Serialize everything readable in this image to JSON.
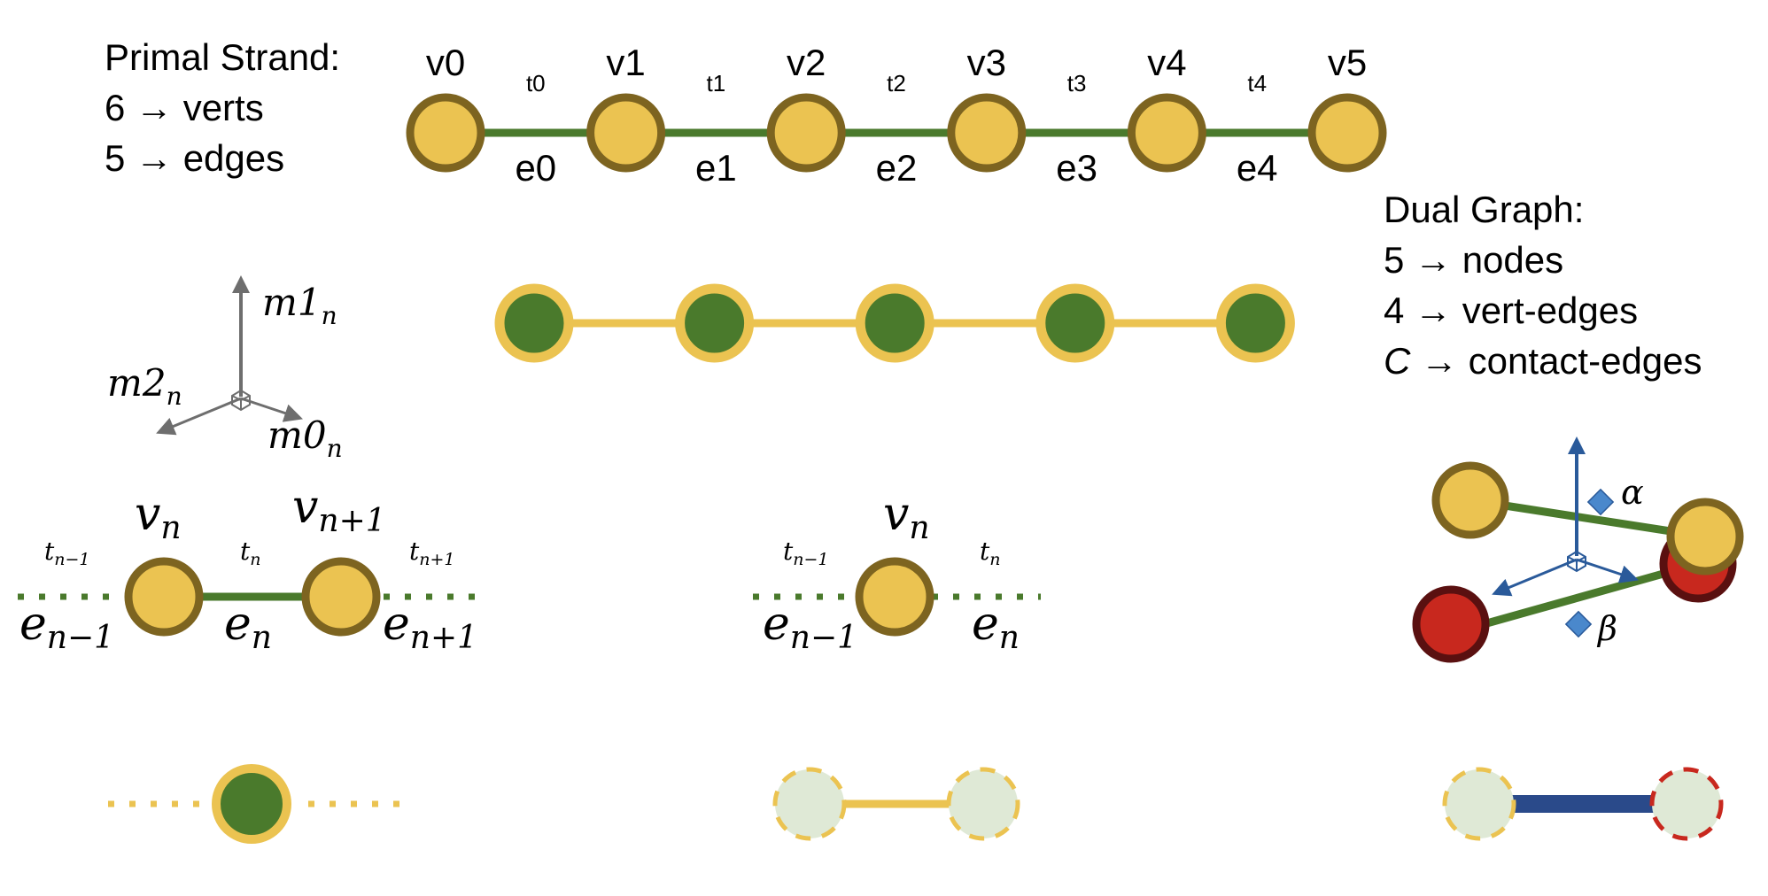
{
  "colors": {
    "vertex_fill": "#ebc351",
    "vertex_stroke": "#7d6420",
    "edge_green": "#4a7a2c",
    "node_fill": "#4a7a2c",
    "node_ring": "#ebc351",
    "contact_fill": "#c8281e",
    "contact_stroke": "#5a1010",
    "frame_gray": "#6e6e6e",
    "frame_blue": "#2a5a9a",
    "marker_blue": "#4a88cc",
    "ghost_fill": "#dfe9d6",
    "contact_edge_blue": "#2a4a8a"
  },
  "primal_strand": {
    "lines": [
      "Primal Strand:",
      "6 → verts",
      "5 → edges"
    ],
    "vertex_labels": [
      "v0",
      "v1",
      "v2",
      "v3",
      "v4",
      "v5"
    ],
    "twist_labels": [
      "t0",
      "t1",
      "t2",
      "t3",
      "t4"
    ],
    "edge_labels": [
      "e0",
      "e1",
      "e2",
      "e3",
      "e4"
    ]
  },
  "dual_graph": {
    "lines": [
      "Dual Graph:",
      "5 → nodes",
      "4 → vert-edges",
      "→ contact-edges"
    ],
    "contact_symbol": "C"
  },
  "frame": {
    "labels": [
      "m1",
      "m2",
      "m0"
    ],
    "subscript": "n"
  },
  "edge_detail": {
    "vertex_labels": [
      "v",
      "v"
    ],
    "vertex_subscripts": [
      "n",
      "n+1"
    ],
    "twist_labels": [
      "t",
      "t",
      "t"
    ],
    "twist_subscripts": [
      "n−1",
      "n",
      "n+1"
    ],
    "edge_labels": [
      "e",
      "e",
      "e"
    ],
    "edge_subscripts": [
      "n−1",
      "n",
      "n+1"
    ]
  },
  "vertex_detail": {
    "vertex_label": "v",
    "vertex_subscript": "n",
    "twist_labels": [
      "t",
      "t"
    ],
    "twist_subscripts": [
      "n−1",
      "n"
    ],
    "edge_labels": [
      "e",
      "e"
    ],
    "edge_subscripts": [
      "n−1",
      "n"
    ]
  },
  "contact_detail": {
    "angle_labels": [
      "α",
      "β"
    ]
  }
}
